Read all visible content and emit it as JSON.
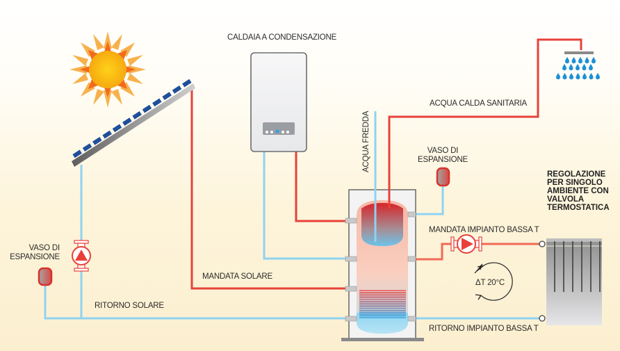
{
  "title": "Solar thermal + condensing boiler heating scheme",
  "labels": {
    "boiler": "CALDAIA A CONDENSAZIONE",
    "cold_water": "ACQUA FREDDA",
    "hot_water": "ACQUA CALDA SANITARIA",
    "expansion_vessel_right": [
      "VASO DI",
      "ESPANSIONE"
    ],
    "expansion_vessel_left": [
      "VASO DI",
      "ESPANSIONE"
    ],
    "regulation": [
      "REGOLAZIONE",
      "PER SINGOLO",
      "AMBIENTE CON",
      "VALVOLA",
      "TERMOSTATICA"
    ],
    "low_temp_supply": "MANDATA IMPIANTO BASSA T",
    "low_temp_return": "RITORNO IMPIANTO BASSA T",
    "solar_supply": "MANDATA SOLARE",
    "solar_return": "RITORNO SOLARE",
    "delta_t": "ΔT 20°C"
  },
  "icons": {
    "sun": "sun-icon",
    "solar_panel": "solar-collector-icon",
    "boiler": "boiler-icon",
    "tank": "storage-tank-icon",
    "shower": "shower-icon",
    "radiator": "radiator-icon",
    "pump": "circulation-pump-icon",
    "vessel": "expansion-vessel-icon",
    "cycle": "cycle-arrows-icon"
  },
  "colors": {
    "hot": "#e8413a",
    "cold": "#8fd3f0",
    "panel": "#1f4f9a",
    "gray": "#8a8a8a"
  }
}
